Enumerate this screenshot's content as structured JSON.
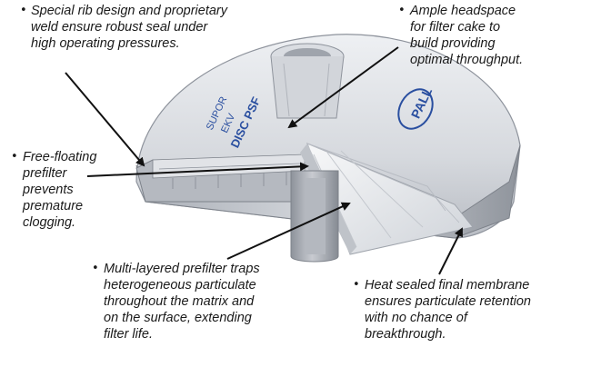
{
  "diagram": {
    "bullet_char": "•",
    "housing_label_line1": "SUPOR",
    "housing_label_line2": "EKV",
    "housing_label_line3": "DISC PSF",
    "logo_text": "PALL",
    "callouts": {
      "rib_seal": "Special rib design and proprietary\nweld ensure robust seal under\nhigh operating pressures.",
      "headspace": "Ample headspace\nfor filter cake to\nbuild providing\noptimal throughput.",
      "prefilter": "Free-floating\nprefilter\nprevents\npremature\nclogging.",
      "multilayer": "Multi-layered prefilter traps\nheterogeneous particulate\nthroughout the matrix and\non the surface, extending\nfilter life.",
      "membrane": "Heat sealed final membrane\nensures particulate retention\nwith no chance of\nbreakthrough."
    },
    "colors": {
      "housing": "#c9ccd2",
      "housing_dark": "#8e939c",
      "membrane": "#f1f2f4",
      "logo": "#2a4fa0",
      "arrow": "#111111"
    }
  }
}
